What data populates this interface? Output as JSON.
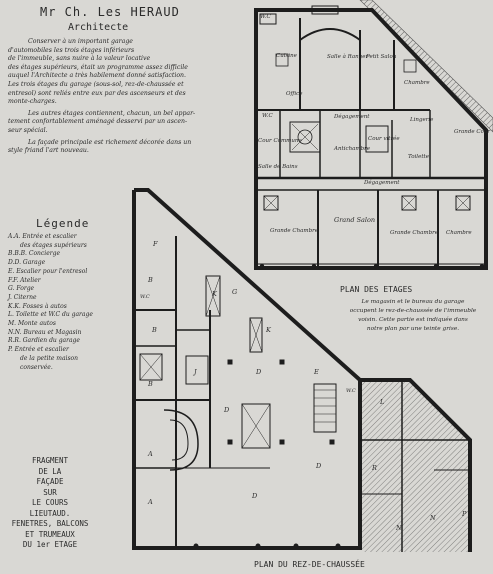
{
  "header": {
    "name": "Mr Ch. Les HERAUD",
    "role": "Architecte"
  },
  "description": {
    "para1": [
      "Conserver à un important garage",
      "d'automobiles les trois étages inférieurs",
      "de l'immeuble, sans nuire à la valeur locative",
      "des étages supérieurs, était un programme assez difficile",
      "auquel l'Architecte a très habilement donné satisfaction.",
      "Les trois étages du garage (sous-sol, rez-de-chaussée et",
      "entresol) sont reliés entre eux par des ascenseurs et des",
      "monte-charges."
    ],
    "para2": [
      "Les autres étages contiennent, chacun, un bel appar-",
      "tement confortablement aménagé desservi par un ascen-",
      "seur spécial."
    ],
    "para3": [
      "La façade principale est richement décorée dans un",
      "style friand l'art nouveau."
    ]
  },
  "legend": {
    "title": "Légende",
    "items": [
      "A.A. Entrée et escalier",
      "des étages supérieurs",
      "B.B.B. Concierge",
      "D.D. Garage",
      "E. Escalier pour l'entresol",
      "F.F. Atelier",
      "G. Forge",
      "J. Citerne",
      "K.K. Fosses à autos",
      "L. Toilette et W.C du garage",
      "M. Monte autos",
      "N.N. Bureau et Magasin",
      "R.R. Gardien du garage",
      "P. Entrée et escalier",
      "de la petite maison",
      "conservée."
    ]
  },
  "facade_note": {
    "lines": [
      "FRAGMENT",
      "DE LA",
      "FAÇADE",
      "SUR",
      "LE COURS",
      "LIEUTAUD.",
      "FENETRES, BALCONS",
      "ET TRUMEAUX",
      "DU 1er ETAGE"
    ]
  },
  "garage_note": {
    "lines": [
      "Le magasin et le bureau du garage",
      "occupent le rez-de-chaussée de l'immeuble",
      "voisin. Cette partie est indiquée dans",
      "notre plan par une teinte grise."
    ]
  },
  "upper_plan": {
    "title": "PLAN DES ETAGES",
    "rooms": {
      "salle_ranger": "Salle à Ranger",
      "petit_salon": "Petit Salon",
      "cuisine": "Cuisine",
      "office": "Office",
      "chambre_tr": "Chambre",
      "lingerie": "Lingerie",
      "grande_cour": "Grande Cour",
      "wc1": "W.C",
      "wc2": "W.C",
      "cour_commune": "Cour Commune",
      "degagement1": "Dégagement",
      "antichambre": "Antichambre",
      "cour_vitree": "Cour vitrée",
      "toilette": "Toilette",
      "salle_bains": "Salle de Bains",
      "degagement2": "Dégagement",
      "grande_chambre1": "Grande Chambre",
      "grand_salon": "Grand Salon",
      "grande_chambre2": "Grande Chambre",
      "chambre_r": "Chambre"
    }
  },
  "ground_plan": {
    "title": "PLAN DU REZ-DE-CHAUSSÉE",
    "letters": {
      "F1": "F",
      "B1": "B",
      "B2": "B",
      "B3": "B",
      "WC1": "W.C",
      "K1": "K",
      "G": "G",
      "K2": "K",
      "J": "J",
      "A1": "A",
      "A2": "A",
      "D1": "D",
      "D2": "D",
      "D3": "D",
      "D4": "D",
      "E": "E",
      "WC2": "W.C",
      "L": "L",
      "N1": "N",
      "N2": "N",
      "P": "P",
      "R": "R"
    }
  }
}
